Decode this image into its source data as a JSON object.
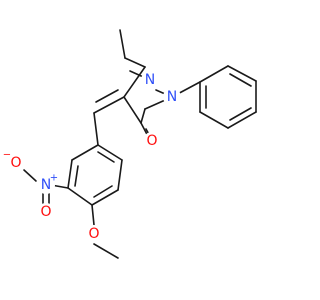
{
  "molecule": {
    "atoms": {
      "N_pyrazole": {
        "symbol": "N",
        "color": "#3050f8"
      },
      "N_phenyl": {
        "symbol": "N",
        "color": "#3050f8"
      },
      "O_carbonyl": {
        "symbol": "O",
        "color": "#ff0d0d"
      },
      "N_nitro": {
        "symbol": "N",
        "charge": "+",
        "color": "#3050f8"
      },
      "O_nitro_minus": {
        "symbol": "O",
        "charge": "−",
        "color": "#ff0d0d"
      },
      "O_nitro": {
        "symbol": "O",
        "color": "#ff0d0d"
      },
      "O_methoxy": {
        "symbol": "O",
        "color": "#ff0d0d"
      }
    }
  }
}
